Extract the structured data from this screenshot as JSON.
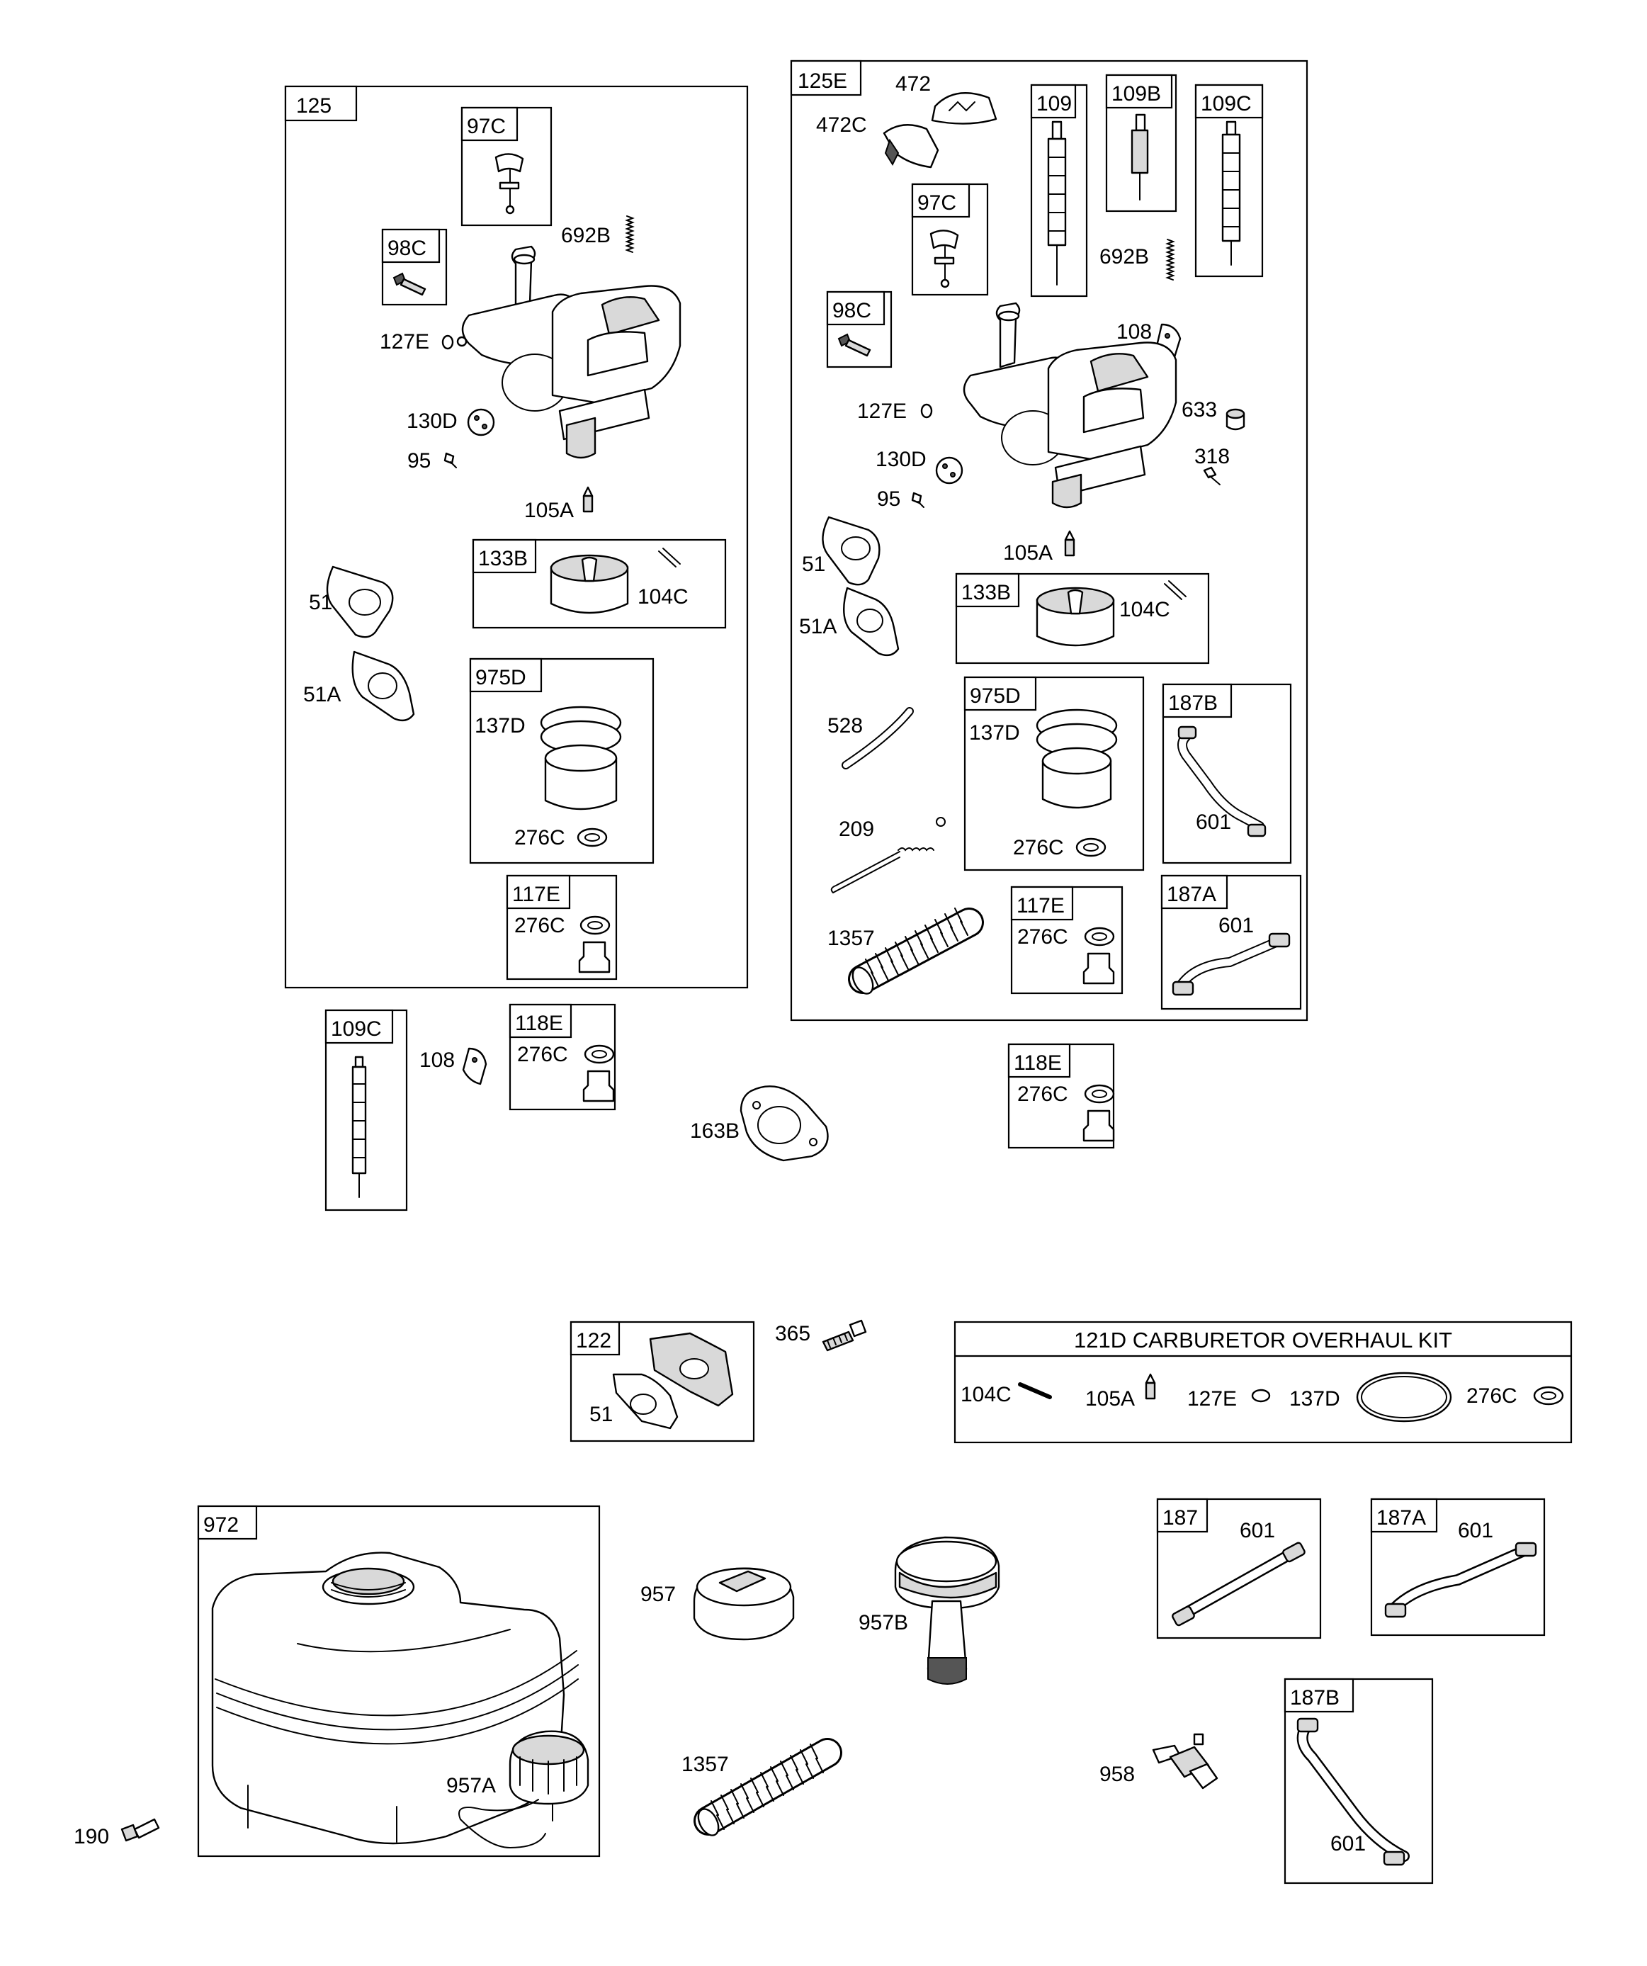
{
  "labels": {
    "g125": "125",
    "g97c_a": "97C",
    "p692b_a": "692B",
    "g98c_a": "98C",
    "p127e_a": "127E",
    "p130d_a": "130D",
    "p95_a": "95",
    "p105a_a": "105A",
    "g133b_a": "133B",
    "p104c_a": "104C",
    "p51_a": "51",
    "p51a_a": "51A",
    "g975d_a": "975D",
    "p137d_a": "137D",
    "p276c_a": "276C",
    "g117e_a": "117E",
    "p276c_b": "276C",
    "g109c_a": "109C",
    "p108_a": "108",
    "g118e_a": "118E",
    "p276c_c": "276C",
    "p163b": "163B",
    "g125e": "125E",
    "p472": "472",
    "p472c": "472C",
    "g109": "109",
    "g109b": "109B",
    "g109c_b": "109C",
    "g97c_b": "97C",
    "p692b_b": "692B",
    "g98c_b": "98C",
    "p108_b": "108",
    "p127e_b": "127E",
    "p633": "633",
    "p130d_b": "130D",
    "p318": "318",
    "p95_b": "95",
    "p105a_b": "105A",
    "p51_b": "51",
    "g133b_b": "133B",
    "p104c_b": "104C",
    "p51a_b": "51A",
    "g975d_b": "975D",
    "p137d_b": "137D",
    "g187b_a": "187B",
    "p528": "528",
    "p601_a": "601",
    "p209": "209",
    "p276c_d": "276C",
    "g117e_b": "117E",
    "g187a_a": "187A",
    "p1357_a": "1357",
    "p276c_e": "276C",
    "p601_b": "601",
    "g118e_b": "118E",
    "p276c_f": "276C",
    "g122": "122",
    "p51_c": "51",
    "p365": "365",
    "kit_title": "121D CARBURETOR OVERHAUL KIT",
    "kit_104c": "104C",
    "kit_105a": "105A",
    "kit_127e": "127E",
    "kit_137d": "137D",
    "kit_276c": "276C",
    "g972": "972",
    "p957": "957",
    "p957b": "957B",
    "p957a": "957A",
    "p190": "190",
    "p1357_b": "1357",
    "g187": "187",
    "p601_c": "601",
    "g187a_b": "187A",
    "p601_d": "601",
    "p958": "958",
    "g187b_b": "187B",
    "p601_e": "601"
  }
}
